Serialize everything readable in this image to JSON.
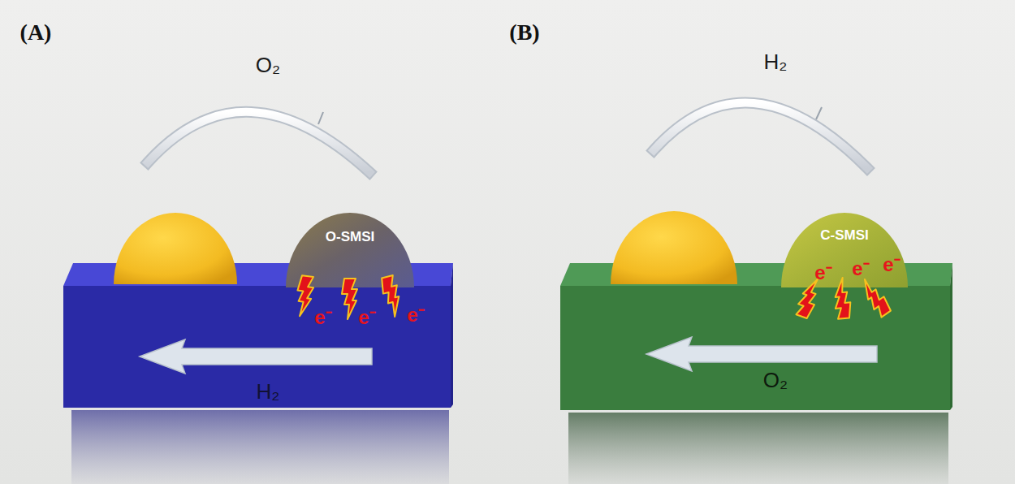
{
  "diagram": {
    "nodes": [
      {
        "text": [
          "H₂"
        ]
      },
      {
        "text": [
          "O-SMSI"
        ]
      },
      {
        "text": [
          "O₂"
        ]
      },
      {
        "text": [
          "C-SMSI"
        ]
      }
    ],
    "labels": [
      "(A)",
      "O₂",
      "e⁻",
      "e⁻",
      "e⁻",
      "(B)",
      "H₂",
      "e⁻",
      "e⁻",
      "e⁻"
    ]
  }
}
